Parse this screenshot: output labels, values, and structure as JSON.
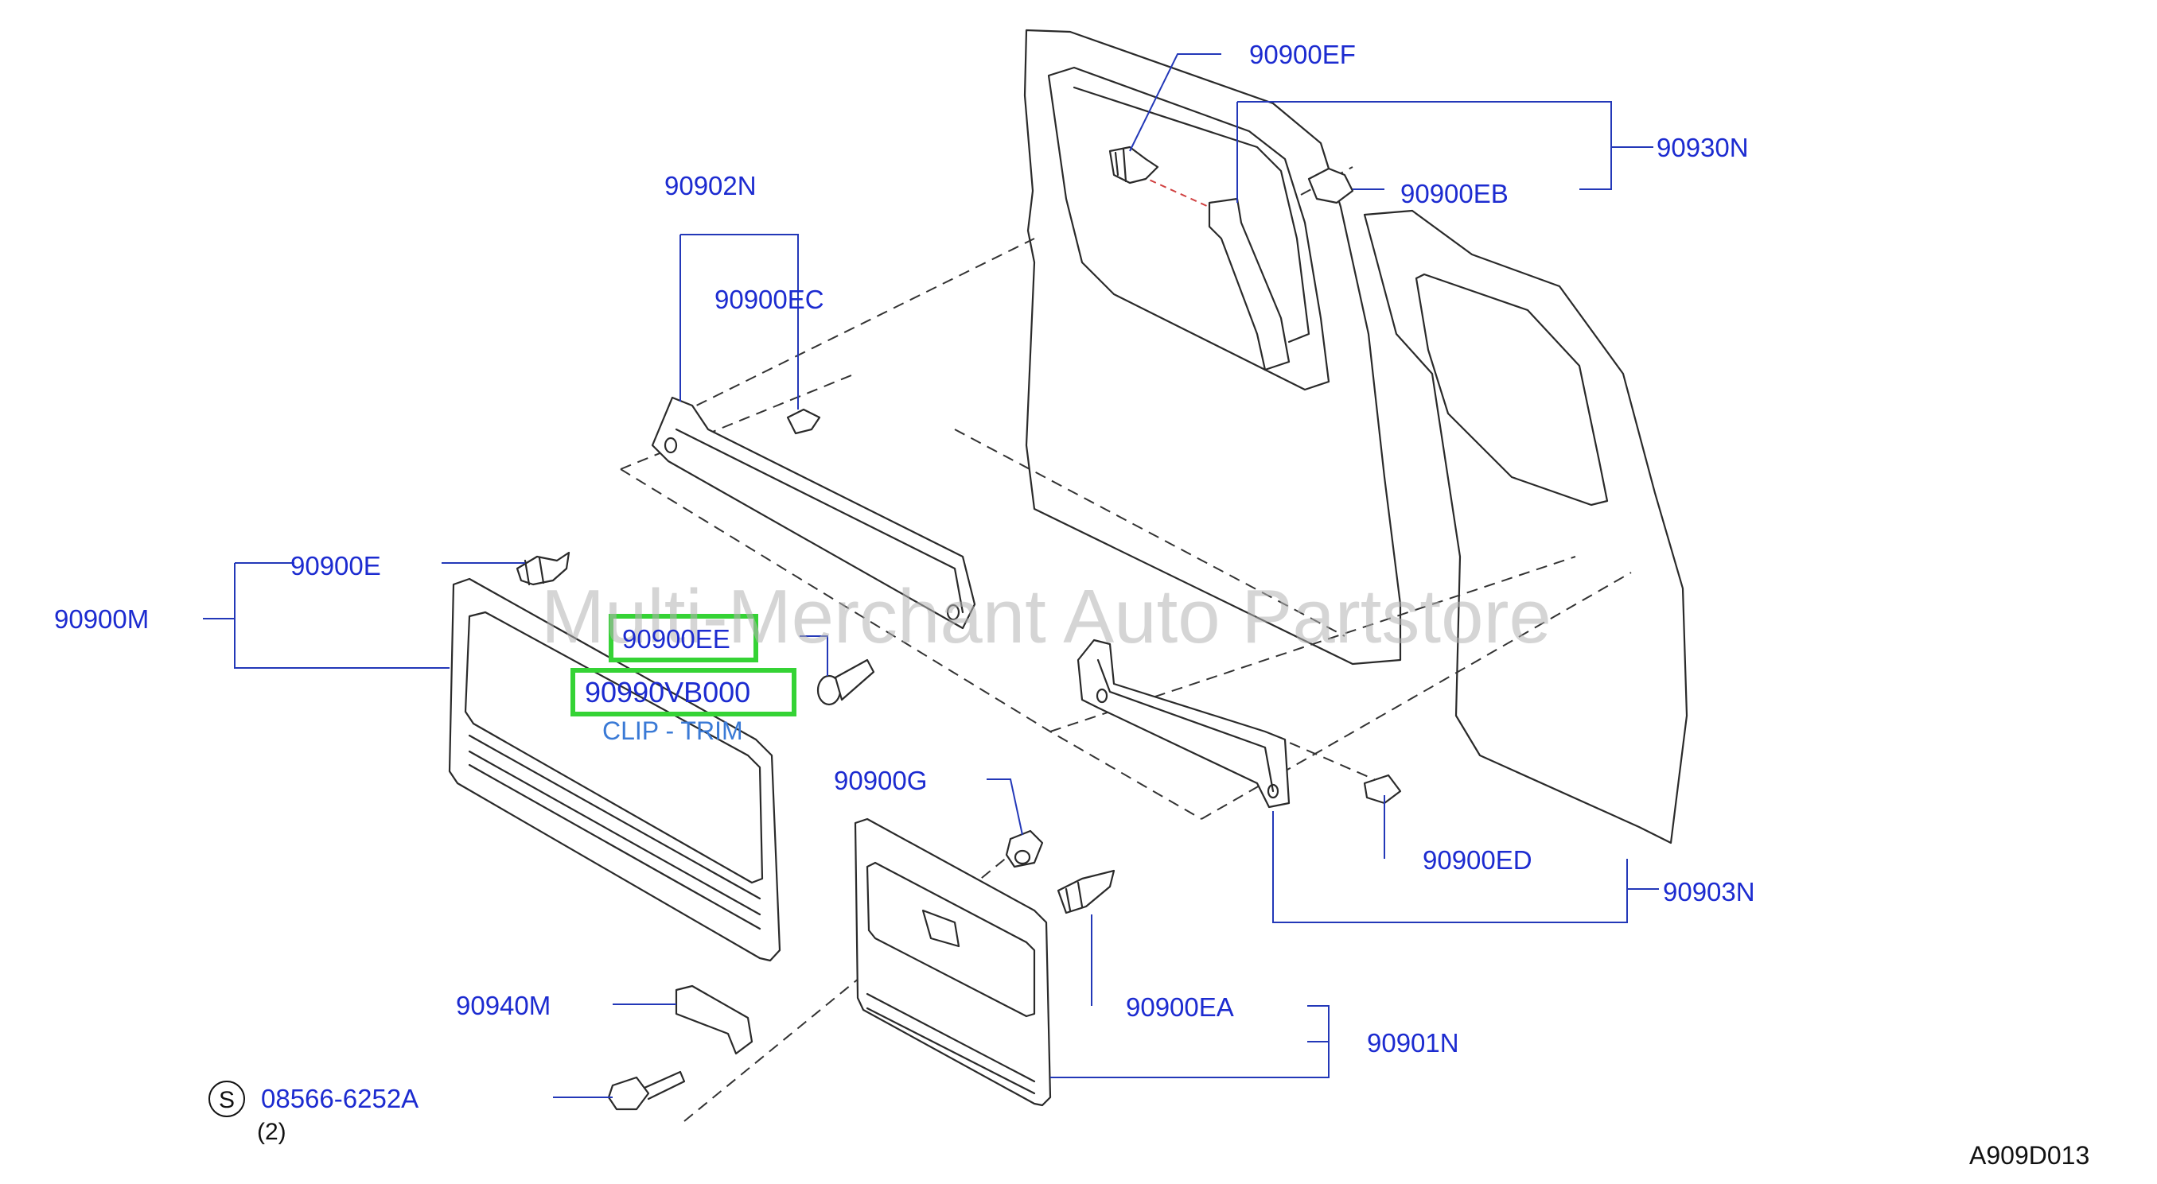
{
  "watermark": "Multi-Merchant Auto Partstore",
  "diagram_code": "A909D013",
  "labels": {
    "p90900EF": "90900EF",
    "p90930N": "90930N",
    "p90900EB": "90900EB",
    "p90902N": "90902N",
    "p90900EC": "90900EC",
    "p90900E": "90900E",
    "p90900M": "90900M",
    "p90900EE": "90900EE",
    "p90990VB000": "90990VB000",
    "clip_trim": "CLIP - TRIM",
    "p90900G": "90900G",
    "p90900ED": "90900ED",
    "p90903N": "90903N",
    "p90940M": "90940M",
    "p90900EA": "90900EA",
    "p90901N": "90901N",
    "p08566": "08566-6252A",
    "s_symbol": "S",
    "qty": "(2)"
  },
  "highlighted_parts": [
    "90900EE",
    "90990VB000"
  ],
  "colors": {
    "label": "#1c2bd0",
    "highlight": "#35d335",
    "subtitle": "#3a7ad6"
  }
}
